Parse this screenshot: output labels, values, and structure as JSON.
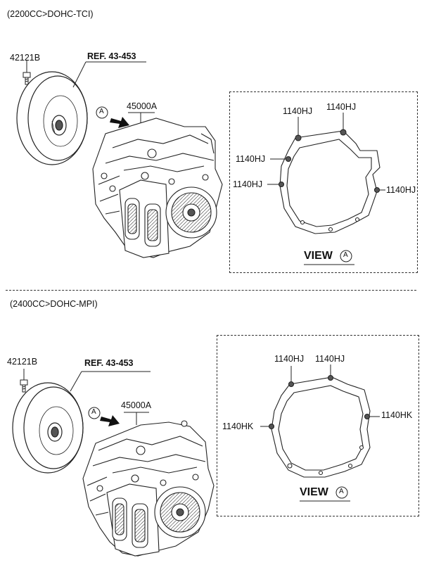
{
  "section1": {
    "engine_label": "(2200CC>DOHC-TCI)",
    "bolt_part": "42121B",
    "ref_label": "REF. 43-453",
    "transaxle_part": "45000A",
    "view_marker": "A",
    "view": {
      "title": "VIEW",
      "marker": "A",
      "bolts": [
        "1140HJ",
        "1140HJ",
        "1140HJ",
        "1140HJ",
        "1140HJ"
      ]
    }
  },
  "section2": {
    "engine_label": "(2400CC>DOHC-MPI)",
    "bolt_part": "42121B",
    "ref_label": "REF. 43-453",
    "transaxle_part": "45000A",
    "view_marker": "A",
    "view": {
      "title": "VIEW",
      "marker": "A",
      "bolts": [
        "1140HJ",
        "1140HJ",
        "1140HK",
        "1140HK"
      ]
    }
  }
}
